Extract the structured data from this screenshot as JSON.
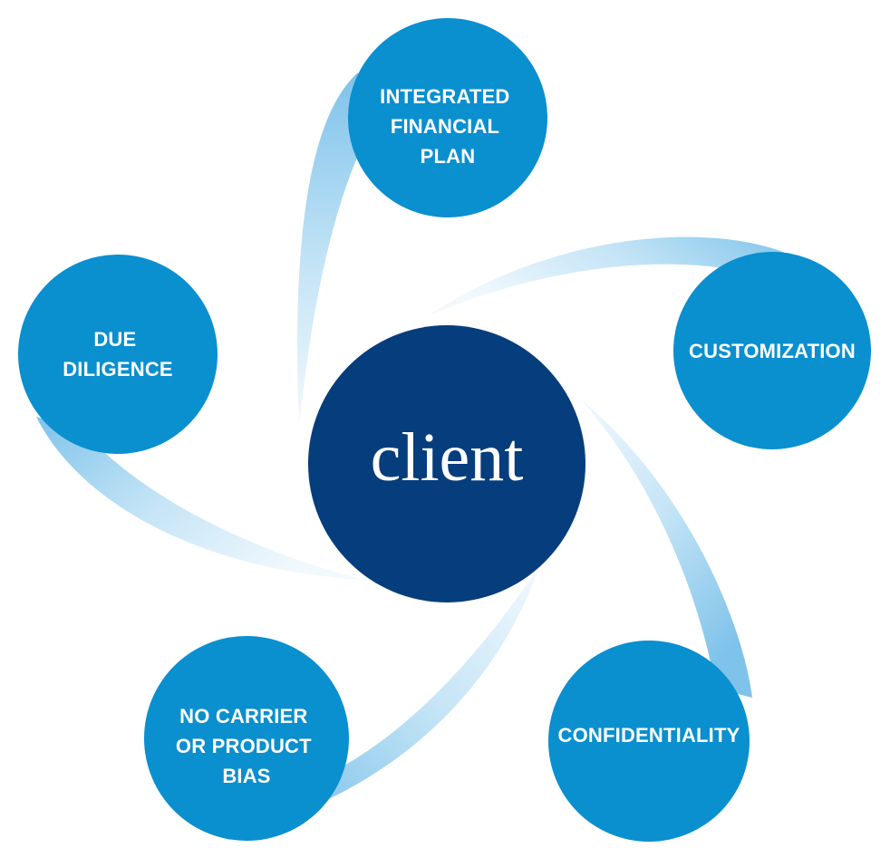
{
  "colors": {
    "outer_node": "#0a8fcf",
    "center_node": "#063d7c",
    "swirl_dark": "#7fc3ea",
    "swirl_light": "#e9f5fc",
    "background": "#ffffff"
  },
  "center": {
    "label": "client"
  },
  "nodes": [
    {
      "id": "integrated-financial-plan",
      "lines": [
        "INTEGRATED",
        "FINANCIAL",
        "PLAN"
      ]
    },
    {
      "id": "customization",
      "lines": [
        "CUSTOMIZATION"
      ]
    },
    {
      "id": "confidentiality",
      "lines": [
        "CONFIDENTIALITY"
      ]
    },
    {
      "id": "no-carrier-bias",
      "lines": [
        "NO CARRIER",
        "OR PRODUCT",
        "BIAS"
      ]
    },
    {
      "id": "due-diligence",
      "lines": [
        "DUE",
        "DILIGENCE"
      ]
    }
  ]
}
